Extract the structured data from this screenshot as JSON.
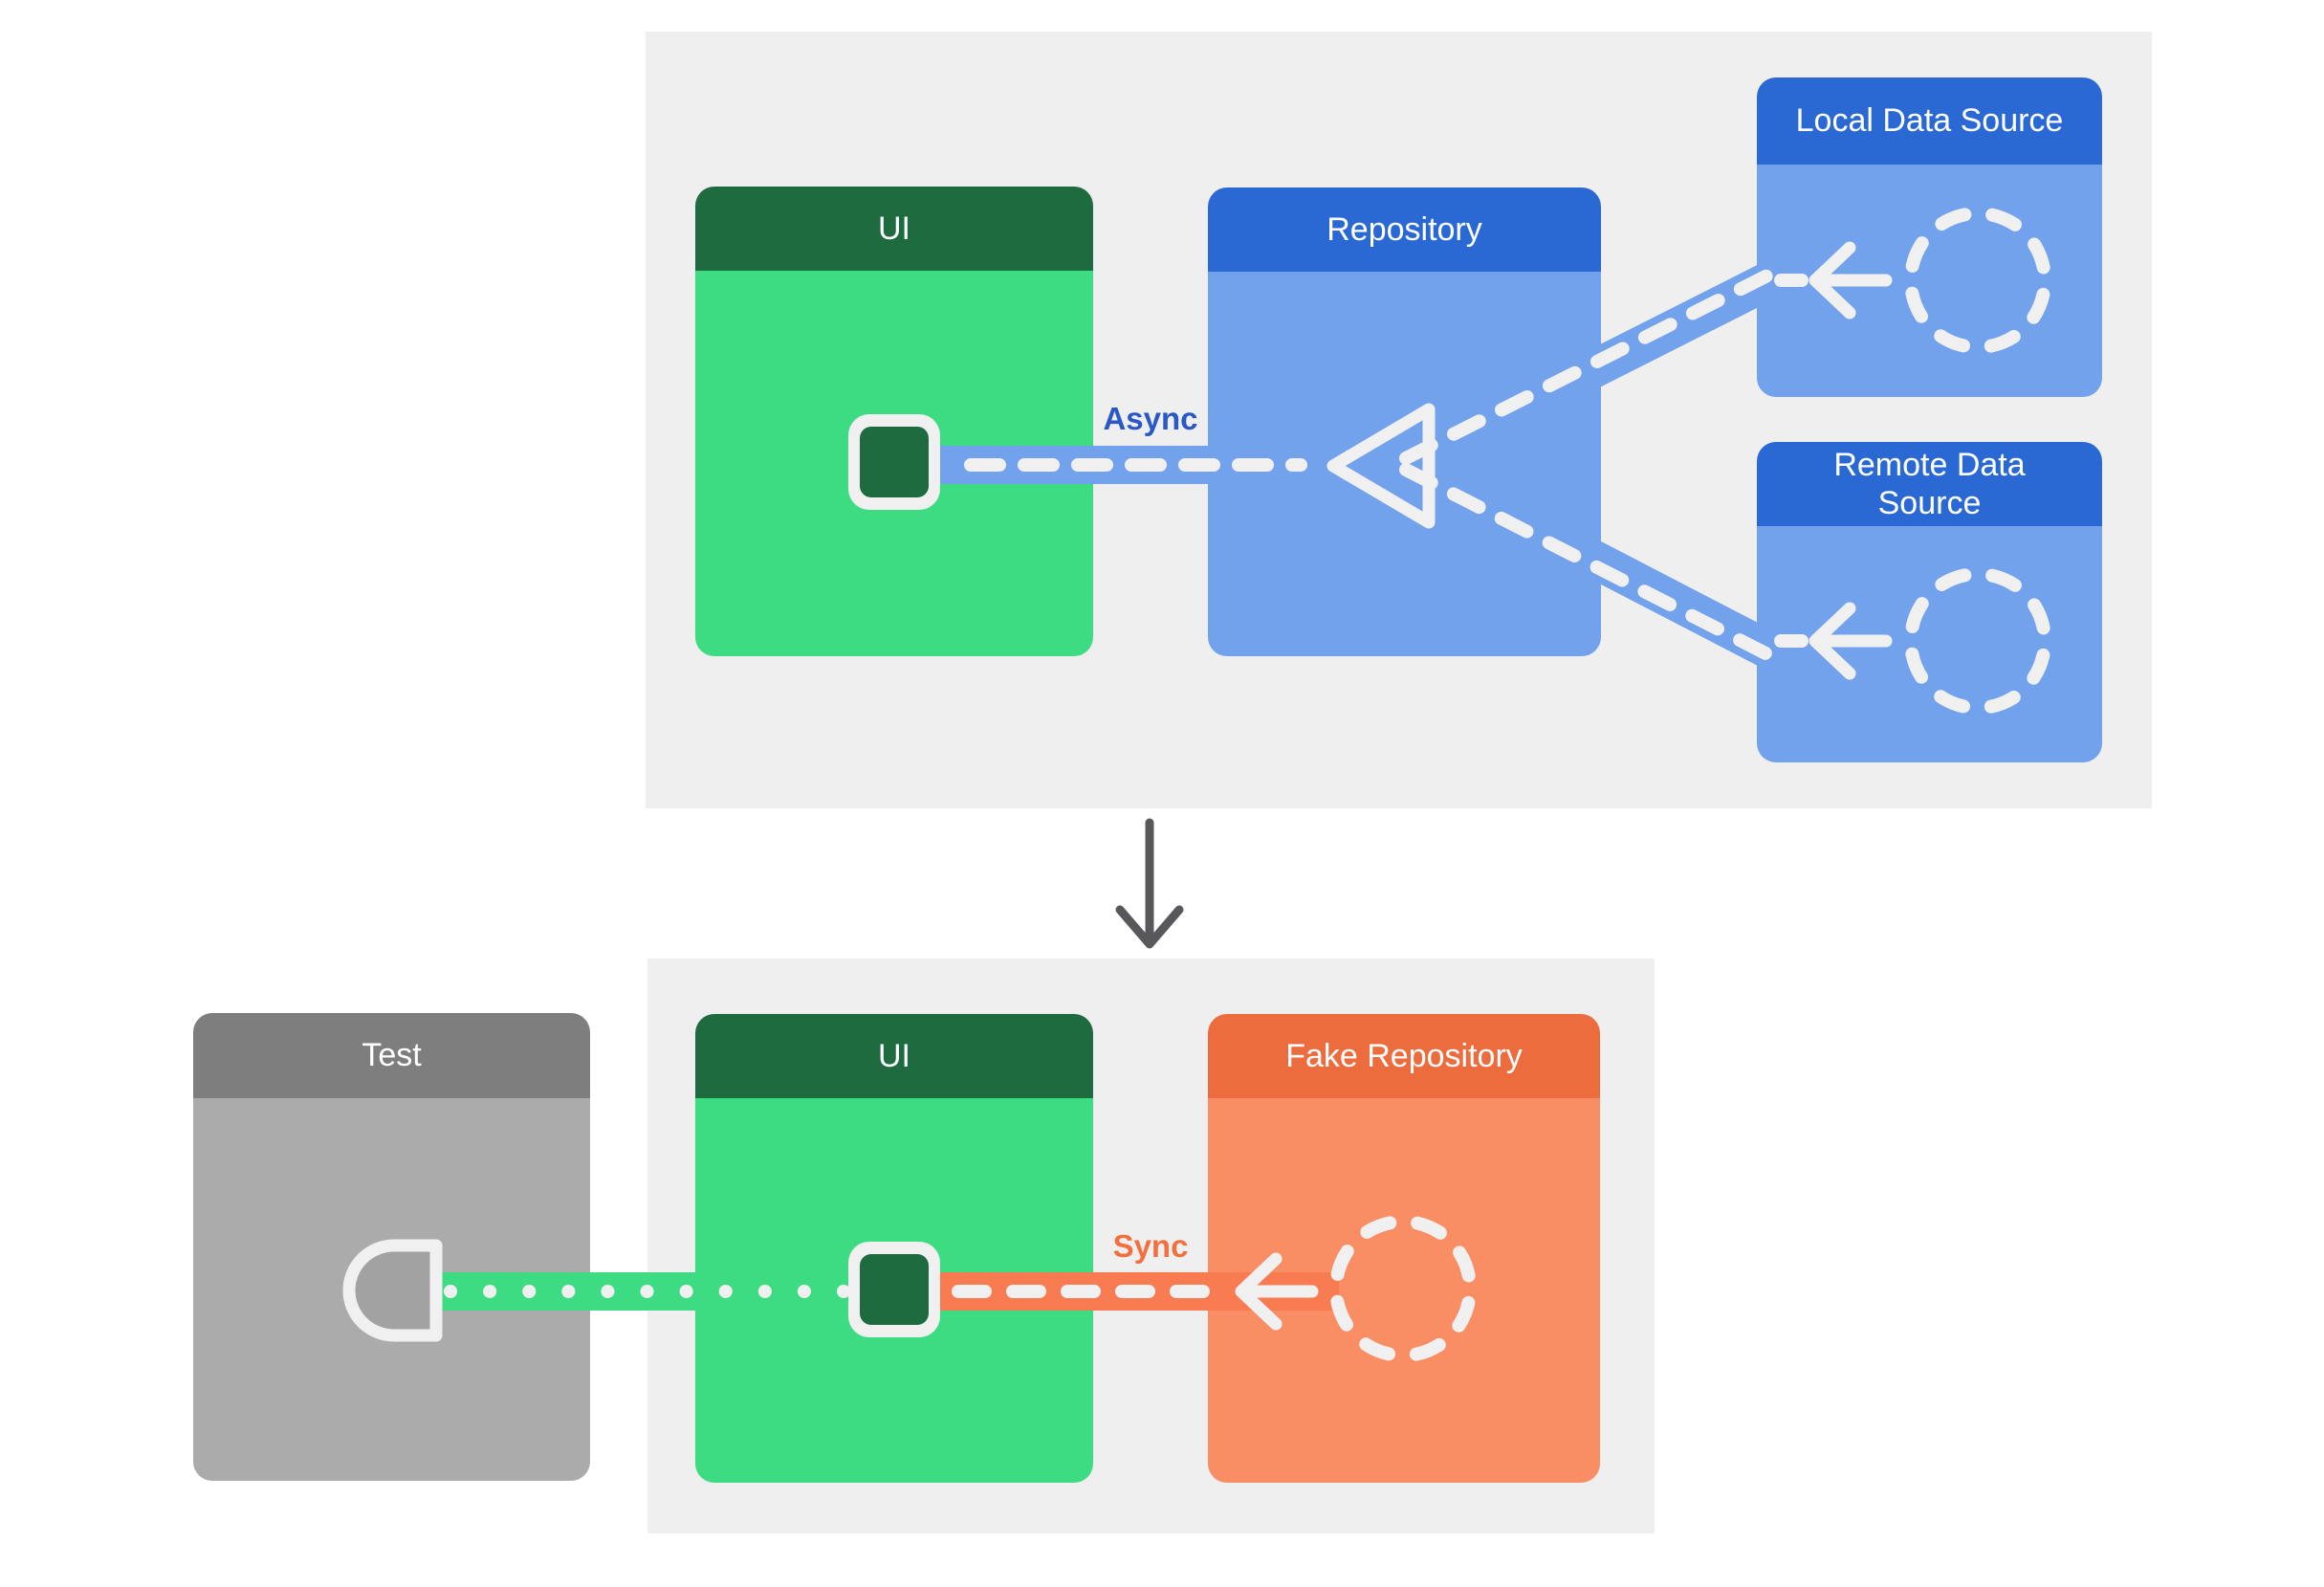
{
  "diagram_title": "Repository testing with fake repository diagram",
  "top_section": {
    "ui_label": "UI",
    "repository_label": "Repository",
    "local_data_source_label": "Local Data Source",
    "remote_data_source_label": "Remote Data Source",
    "connection_label": "Async"
  },
  "bottom_section": {
    "test_label": "Test",
    "ui_label": "UI",
    "fake_repository_label": "Fake Repository",
    "connection_label": "Sync"
  },
  "icons": {
    "chip": "chip-icon (dark green rounded square with white border inside UI box)",
    "socket": "socket-icon (white D-shaped receptor inside Test box)",
    "dashed_circle": "dashed-circle-icon (data source / fake repository placeholder)",
    "triangle": "triangle-connector-icon (open triangle merge point in Repository)",
    "left_arrow": "left-arrow-icon (white arrow pointing left)",
    "down_arrow": "down-arrow-icon (gray arrow between panels)"
  },
  "colors": {
    "panel_background": "#EFEFEF",
    "green_header": "#1E6B40",
    "green_body": "#3EDC82",
    "blue_header": "#2A69D3",
    "blue_body": "#73A2ED",
    "orange_header": "#EC6C3E",
    "orange_body": "#F98D63",
    "orange_band": "#F87B52",
    "gray_header": "#7E7E7E",
    "gray_body": "#ABABAB",
    "connector_white": "#F0F0F0",
    "async_label_text": "#2B58C7",
    "sync_label_text": "#F2703E",
    "down_arrow": "#58585B"
  }
}
